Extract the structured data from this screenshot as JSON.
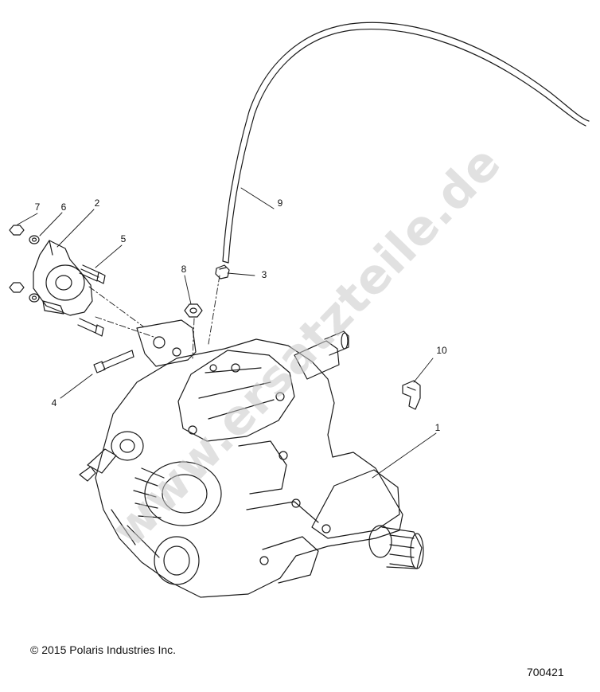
{
  "watermark": "www.ersatzteile.de",
  "callouts": [
    {
      "id": "1",
      "text": "1"
    },
    {
      "id": "2",
      "text": "2"
    },
    {
      "id": "3",
      "text": "3"
    },
    {
      "id": "4",
      "text": "4"
    },
    {
      "id": "5",
      "text": "5"
    },
    {
      "id": "6",
      "text": "6"
    },
    {
      "id": "7",
      "text": "7"
    },
    {
      "id": "8",
      "text": "8"
    },
    {
      "id": "9",
      "text": "9"
    },
    {
      "id": "10",
      "text": "10"
    }
  ],
  "copyright": "© 2015 Polaris Industries Inc.",
  "diagram_code": "700421"
}
